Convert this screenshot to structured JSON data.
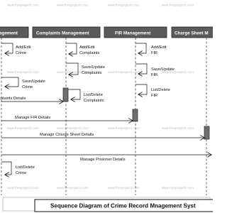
{
  "diagram": {
    "watermark": "www.freeprojectz.com",
    "title": "Sequence Diagram of Crime Record Mnagement Syst",
    "lifelines": [
      {
        "id": "lane1",
        "label": "agement"
      },
      {
        "id": "complaints",
        "label": "Complaints Management"
      },
      {
        "id": "fir",
        "label": "FIR Management"
      },
      {
        "id": "chargesheet",
        "label": "Charge Sheet M"
      }
    ],
    "messages": [
      {
        "id": "add-edit-crime",
        "lines": [
          "Add/Edit",
          "Crime"
        ]
      },
      {
        "id": "add-edit-complaints",
        "lines": [
          "Add/Edit",
          "Complaints"
        ]
      },
      {
        "id": "add-edit-fir",
        "lines": [
          "Add/Edit",
          "FIR"
        ]
      },
      {
        "id": "save-update-complaints",
        "lines": [
          "Save/Update",
          "Complaints"
        ]
      },
      {
        "id": "save-update-fir",
        "lines": [
          "Save/Update",
          "FIR"
        ]
      },
      {
        "id": "save-update-crime",
        "lines": [
          "Save/Update",
          "Crime"
        ]
      },
      {
        "id": "list-delete-complaints",
        "lines": [
          "List/Delete",
          "Complaints"
        ]
      },
      {
        "id": "list-delete-fir",
        "lines": [
          "List/Delete",
          "FIR"
        ]
      },
      {
        "id": "manage-complaints-details",
        "lines": [
          "plaints Details"
        ]
      },
      {
        "id": "manage-fir-details",
        "lines": [
          "Manage FIR Details"
        ]
      },
      {
        "id": "manage-charge-sheet-details",
        "lines": [
          "Manage Charge Sheet Details"
        ]
      },
      {
        "id": "manage-prisoner-details",
        "lines": [
          "Manage Prisioner Details"
        ]
      },
      {
        "id": "list-delete-crime",
        "lines": [
          "List/Delete",
          "Crime"
        ]
      }
    ]
  }
}
